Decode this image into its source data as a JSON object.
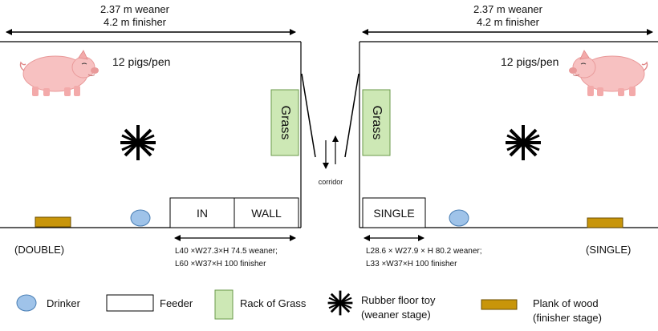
{
  "left_pen": {
    "width_weaner": "2.37 m weaner",
    "width_finisher": "4.2 m finisher",
    "density": "12 pigs/pen",
    "grass_label": "Grass",
    "feeder_labels": [
      "IN",
      "WALL"
    ],
    "feeder_dim_line1": "L40 ×W27.3×H 74.5 weaner;",
    "feeder_dim_line2": "L60 ×W37×H 100 finisher",
    "type_label": "(DOUBLE)"
  },
  "right_pen": {
    "width_weaner": "2.37 m weaner",
    "width_finisher": "4.2 m finisher",
    "density": "12 pigs/pen",
    "grass_label": "Grass",
    "feeder_label": "SINGLE",
    "feeder_dim_line1": "L28.6 × W27.9 × H 80.2 weaner;",
    "feeder_dim_line2": "L33 ×W37×H 100 finisher",
    "type_label": "(SINGLE)"
  },
  "corridor_label": "corridor",
  "legend": {
    "drinker": "Drinker",
    "feeder": "Feeder",
    "rack": "Rack of Grass",
    "toy_line1": "Rubber floor toy",
    "toy_line2": "(weaner stage)",
    "plank_line1": "Plank of wood",
    "plank_line2": "(finisher stage)"
  },
  "colors": {
    "drinker_fill": "#9fc3e9",
    "drinker_stroke": "#4a7fb5",
    "grass_fill": "#cde8b5",
    "grass_stroke": "#6a9a4a",
    "plank_fill": "#c8950a",
    "plank_stroke": "#6b4e00",
    "pig_body": "#f7c1c1",
    "pig_shade": "#e99a9a"
  }
}
